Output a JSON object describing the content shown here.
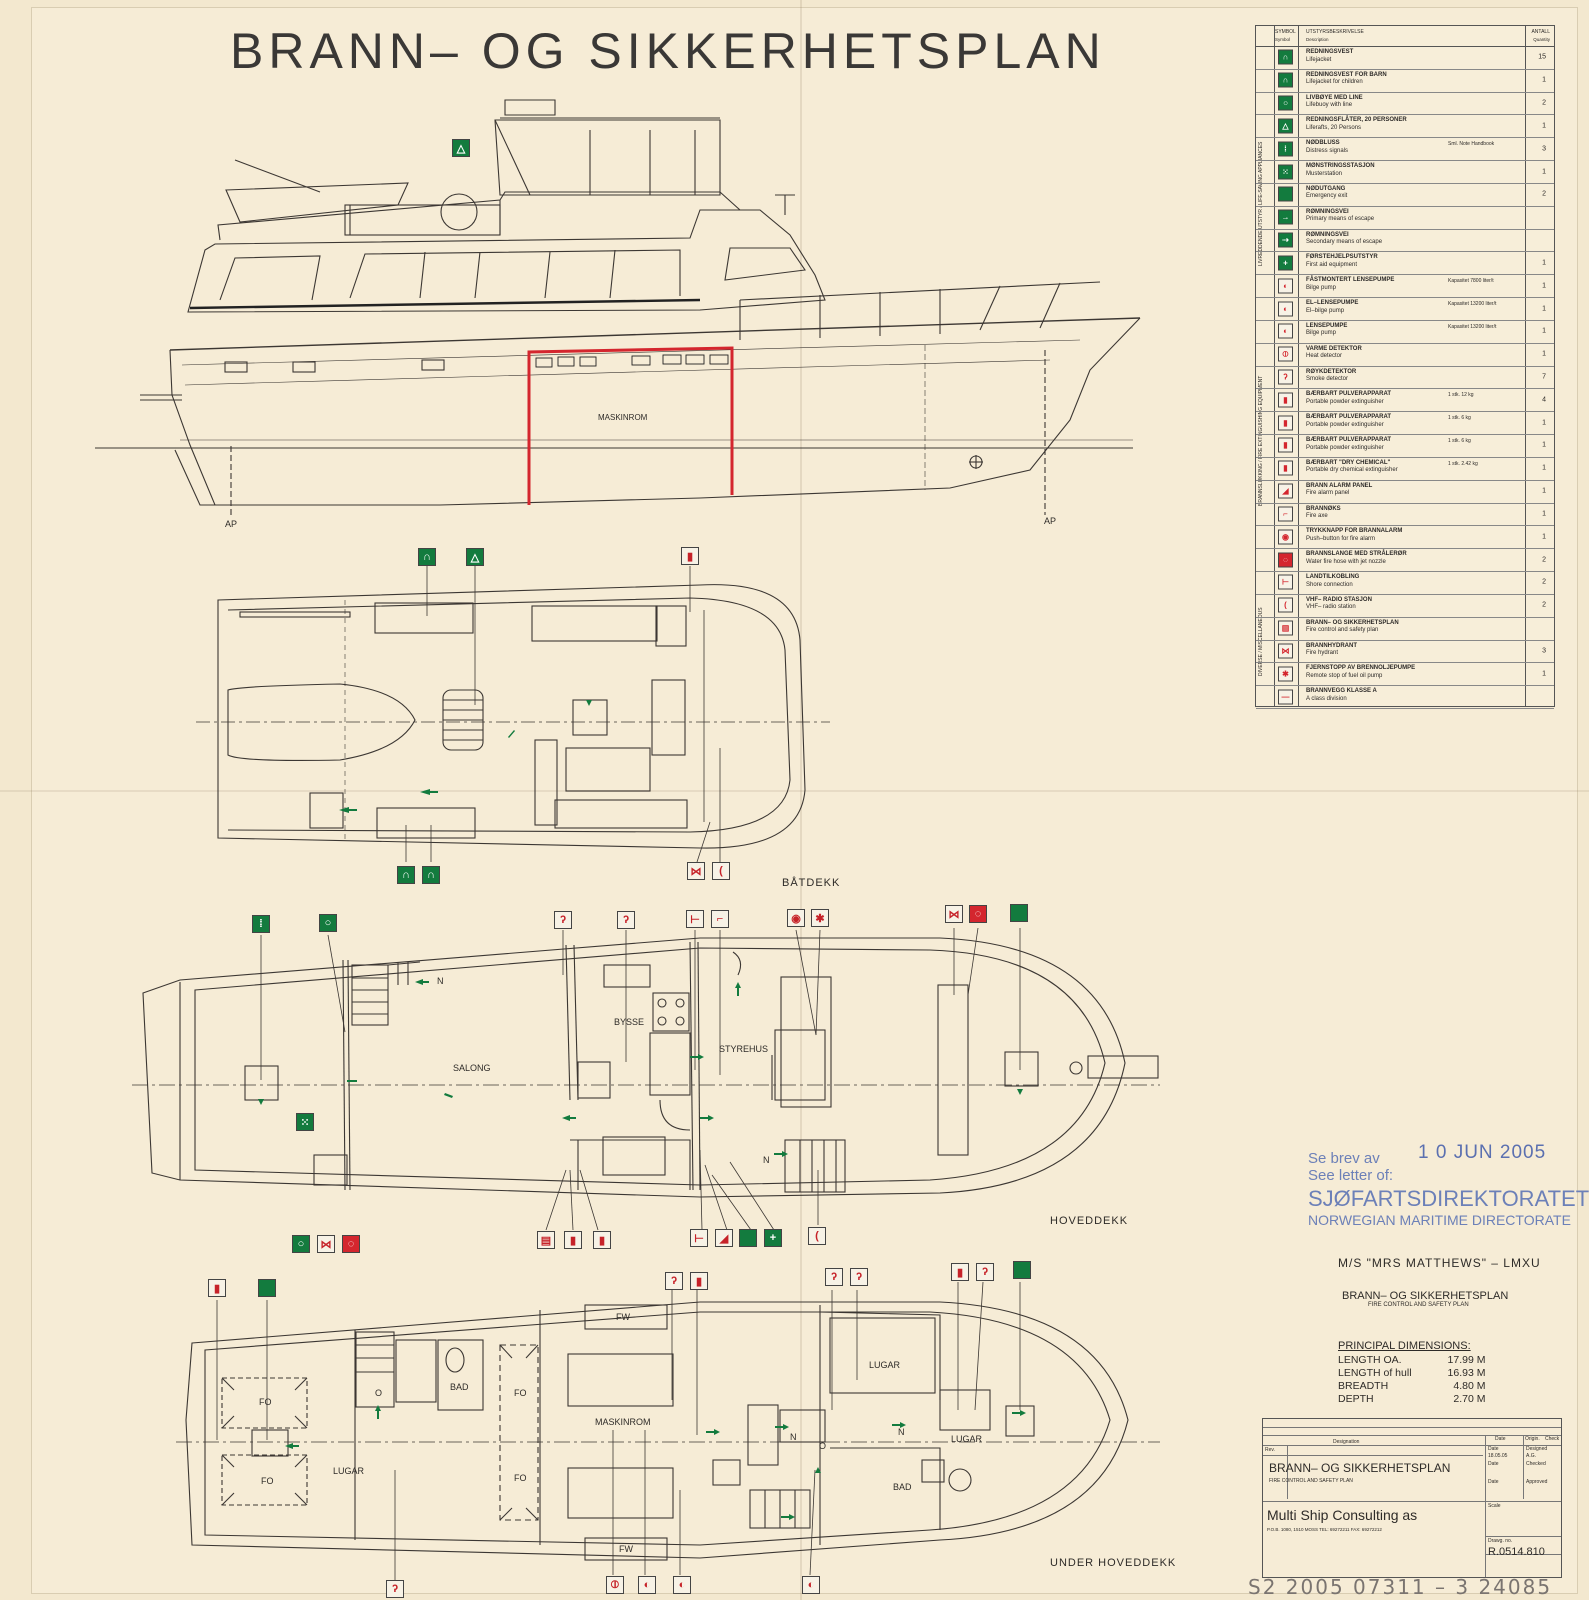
{
  "title": "BRANN–  OG  SIKKERHETSPLAN",
  "profile": {
    "engine_room_label": "MASKINROM",
    "ap_left": "AP",
    "ap_right": "AP"
  },
  "decks": {
    "boat_deck": "BÅTDEKK",
    "main_deck": "HOVEDDEKK",
    "lower_deck": "UNDER HOVEDDEKK"
  },
  "rooms": {
    "salong": "SALONG",
    "bysse": "BYSSE",
    "styrehus": "STYREHUS",
    "n1": "N",
    "n2": "N",
    "n3": "N",
    "n4": "N",
    "fo1": "FO",
    "fo2": "FO",
    "fo3": "FO",
    "fo4": "FO",
    "fw1": "FW",
    "fw2": "FW",
    "o1": "O",
    "o2": "O",
    "bad1": "BAD",
    "bad2": "BAD",
    "lugar1": "LUGAR",
    "lugar2": "LUGAR",
    "lugar3": "LUGAR",
    "maskinrom": "MASKINROM"
  },
  "legend": {
    "header_symbol": "SYMBOL",
    "header_symbol_en": "Symbol",
    "header_desc": "UTSTYRSBESKRIVELSE",
    "header_desc_en": "Description",
    "header_qty": "ANTALL",
    "header_qty_en": "Quantity",
    "group_life": "LIVREDDENDE UTSTYR / LIFE-SAVING APPLIANCES",
    "group_fire": "BRANNSLUKKING / FIRE EXTINGUISHING EQUIPMENT",
    "group_misc": "DIVERSE / MISCELLANEOUS",
    "rows": [
      {
        "no": "REDNINGSVEST",
        "en": "Lifejacket",
        "qty": "15",
        "color": "green",
        "glyph": "∩"
      },
      {
        "no": "REDNINGSVEST FOR BARN",
        "en": "Lifejacket for children",
        "qty": "1",
        "color": "green",
        "glyph": "∩"
      },
      {
        "no": "LIVBØYE MED LINE",
        "en": "Lifebuoy with line",
        "qty": "2",
        "color": "green",
        "glyph": "○"
      },
      {
        "no": "REDNINGSFLÅTER,  20 PERSONER",
        "en": "Liferafts,  20 Persons",
        "qty": "1",
        "color": "green",
        "glyph": "△"
      },
      {
        "no": "NØDBLUSS",
        "en": "Distress signals",
        "note": "Sml. Note Handbook",
        "qty": "3",
        "color": "green",
        "glyph": "⁞"
      },
      {
        "no": "MØNSTRINGSSTASJON",
        "en": "Musterstation",
        "qty": "1",
        "color": "green",
        "glyph": "⁙"
      },
      {
        "no": "NØDUTGANG",
        "en": "Emergency exit",
        "qty": "2",
        "color": "green",
        "glyph": ""
      },
      {
        "no": "RØMNINGSVEI",
        "en": "Primary means of escape",
        "qty": "",
        "color": "green",
        "glyph": "→"
      },
      {
        "no": "RØMNINGSVEI",
        "en": "Secondary means of escape",
        "qty": "",
        "color": "green",
        "glyph": "⇢"
      },
      {
        "no": "FØRSTEHJELPSUTSTYR",
        "en": "First aid equipment",
        "qty": "1",
        "color": "green",
        "glyph": "+"
      },
      {
        "no": "FÅSTMONTERT LENSEPUMPE",
        "en": "Bilge pump",
        "note": "Kapasitet 7800 liter/t",
        "qty": "1",
        "color": "white",
        "glyph": "◐"
      },
      {
        "no": "EL–LENSEPUMPE",
        "en": "El–bilge pump",
        "note": "Kapasitet 13200 liter/t",
        "qty": "1",
        "color": "white",
        "glyph": "◐"
      },
      {
        "no": "LENSEPUMPE",
        "en": "Bilge pump",
        "note": "Kapasitet 13200 liter/t",
        "qty": "1",
        "color": "white",
        "glyph": "◐"
      },
      {
        "no": "VARME DETEKTOR",
        "en": "Heat detector",
        "qty": "1",
        "color": "white",
        "glyph": "⦶"
      },
      {
        "no": "RØYKDETEKTOR",
        "en": "Smoke detector",
        "qty": "7",
        "color": "white",
        "glyph": "ʔ"
      },
      {
        "no": "BÆRBART PULVERAPPARAT",
        "en": "Portable powder extinguisher",
        "note": "1 stk. 12 kg",
        "qty": "4",
        "color": "white",
        "glyph": "▮"
      },
      {
        "no": "BÆRBART PULVERAPPARAT",
        "en": "Portable powder extinguisher",
        "note": "1 stk. 6 kg",
        "qty": "1",
        "color": "white",
        "glyph": "▮"
      },
      {
        "no": "BÆRBART PULVERAPPARAT",
        "en": "Portable powder extinguisher",
        "note": "1 stk. 6 kg",
        "qty": "1",
        "color": "white",
        "glyph": "▮"
      },
      {
        "no": "BÆRBART \"DRY CHEMICAL\"",
        "en": "Portable dry chemical extinguisher",
        "note": "1 stk. 2.42 kg",
        "qty": "1",
        "color": "white",
        "glyph": "▮"
      },
      {
        "no": "BRANN ALARM PANEL",
        "en": "Fire alarm panel",
        "qty": "1",
        "color": "white",
        "glyph": "◢"
      },
      {
        "no": "BRANNØKS",
        "en": "Fire axe",
        "qty": "1",
        "color": "white",
        "glyph": "⌐"
      },
      {
        "no": "TRYKKNAPP FOR BRANNALARM",
        "en": "Push–button for fire alarm",
        "qty": "1",
        "color": "white",
        "glyph": "◉"
      },
      {
        "no": "BRANNSLANGE MED STRÅLERØR",
        "en": "Water fire hose with jet nozzle",
        "qty": "2",
        "color": "red",
        "glyph": "◌"
      },
      {
        "no": "LANDTILKOBLING",
        "en": "Shore connection",
        "qty": "2",
        "color": "white",
        "glyph": "⊢"
      },
      {
        "no": "VHF–  RADIO  STASJON",
        "en": "VHF– radio station",
        "qty": "2",
        "color": "white",
        "glyph": "("
      },
      {
        "no": "BRANN–  OG  SIKKERHETSPLAN",
        "en": "Fire control and safety plan",
        "qty": "",
        "color": "white",
        "glyph": "▤"
      },
      {
        "no": "BRANNHYDRANT",
        "en": "Fire hydrant",
        "qty": "3",
        "color": "white",
        "glyph": "⋈"
      },
      {
        "no": "FJERNSTOPP AV BRENNOLJEPUMPE",
        "en": "Remote stop of fuel oil pump",
        "qty": "1",
        "color": "white",
        "glyph": "✱"
      },
      {
        "no": "BRANNVEGG KLASSE  A",
        "en": "A class division",
        "qty": "",
        "color": "white",
        "glyph": "—"
      }
    ]
  },
  "stamp": {
    "line1": "Se brev av",
    "line2": "See letter of:",
    "date": "1 0  JUN  2005",
    "org": "SJØFARTSDIREKTORATET",
    "org_en": "NORWEGIAN MARITIME DIRECTORATE"
  },
  "ship": {
    "name": "M/S  \"MRS  MATTHEWS\"  –  LMXU",
    "plan": "BRANN–  OG  SIKKERHETSPLAN",
    "plan_en": "FIRE CONTROL AND SAFETY PLAN"
  },
  "dimensions": {
    "heading": "PRINCIPAL DIMENSIONS:",
    "rows": [
      {
        "label": "LENGTH OA.",
        "value": "17.99  M"
      },
      {
        "label": "LENGTH  of  hull",
        "value": "16.93  M"
      },
      {
        "label": "BREADTH",
        "value": "4.80  M"
      },
      {
        "label": "DEPTH",
        "value": "2.70  M"
      }
    ]
  },
  "title_block": {
    "rev": "Rev.",
    "designation": "Designation",
    "title": "BRANN–  OG  SIKKERHETSPLAN",
    "title_en": "FIRE CONTROL AND SAFETY PLAN",
    "company": "Multi Ship Consulting  as",
    "address": "P.O.B. 1080, 1510 MOSS    TEL: 69272211    FAX: 69272212",
    "date_l": "Date",
    "orig_l": "Origin.",
    "check_l": "Check",
    "date_v": "18.05.05",
    "designed_l": "Designed",
    "designed_v": "A.G.",
    "checked_l": "Checked",
    "approved_l": "Approved",
    "scale_l": "Scale",
    "drawno_l": "Drawg. no.",
    "drawno": "R.0514.810"
  },
  "handwritten": "S2 2005 07311 – 3    24085",
  "colors": {
    "green": "#137b3e",
    "red": "#d4262e",
    "line": "#3c3733",
    "paper": "#f6ecd6",
    "stamp": "#6c80b8"
  }
}
